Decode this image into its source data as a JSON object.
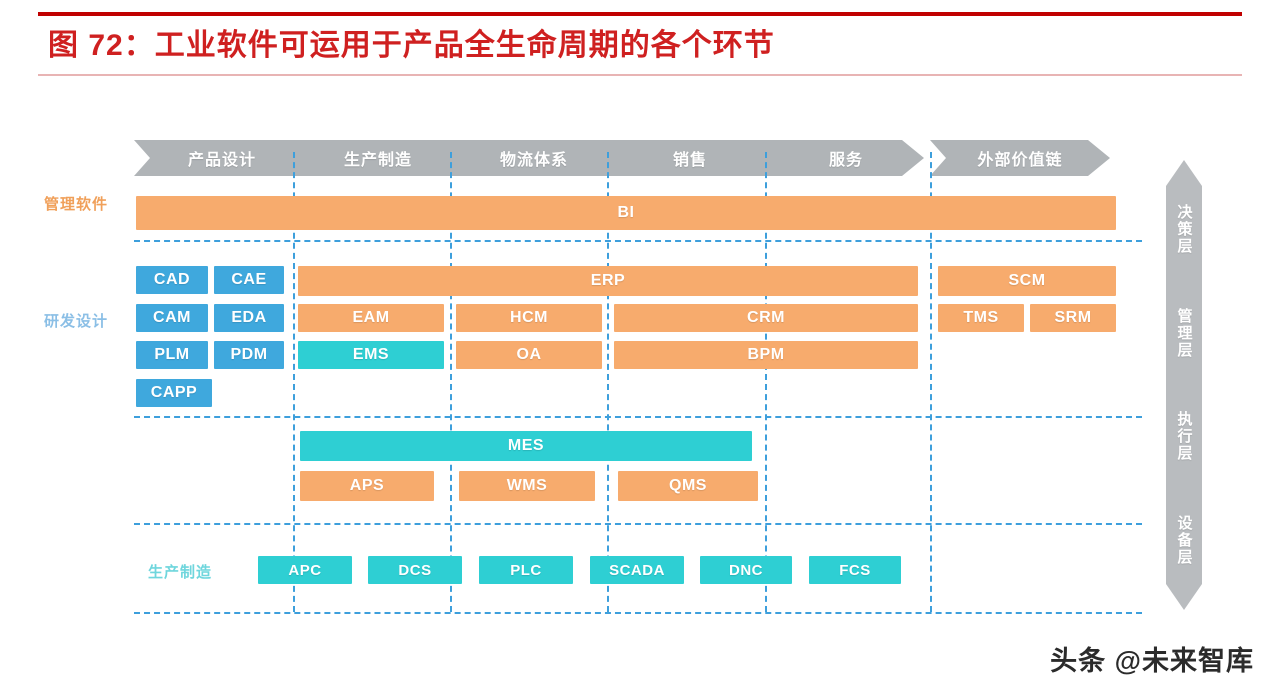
{
  "header": {
    "title": "图 72：工业软件可运用于产品全生命周期的各个环节",
    "rule_color": "#c00000",
    "title_color": "#cf2020"
  },
  "diagram": {
    "stages_main": [
      "产品设计",
      "生产制造",
      "物流体系",
      "销售",
      "服务"
    ],
    "stages_external": [
      "外部价值链"
    ],
    "row_labels": {
      "management_software": "管理软件",
      "rd_design": "研发设计",
      "manufacturing": "生产制造"
    },
    "layer_arrow": [
      "决策层",
      "管理层",
      "执行层",
      "设备层"
    ],
    "colors": {
      "orange": "#f7ab6d",
      "blue": "#3fa8dd",
      "teal": "#2ecfd3",
      "stage_gray": "#b0b4b7",
      "dashed_blue": "#3d9fdc"
    },
    "boxes": {
      "bi": "BI",
      "cad": "CAD",
      "cae": "CAE",
      "cam": "CAM",
      "eda": "EDA",
      "plm": "PLM",
      "pdm": "PDM",
      "capp": "CAPP",
      "erp": "ERP",
      "eam": "EAM",
      "hcm": "HCM",
      "crm": "CRM",
      "ems": "EMS",
      "oa": "OA",
      "bpm": "BPM",
      "scm": "SCM",
      "tms": "TMS",
      "srm": "SRM",
      "mes": "MES",
      "aps": "APS",
      "wms": "WMS",
      "qms": "QMS",
      "apc": "APC",
      "dcs": "DCS",
      "plc": "PLC",
      "scada": "SCADA",
      "dnc": "DNC",
      "fcs": "FCS"
    }
  },
  "watermark": "头条 @未来智库"
}
